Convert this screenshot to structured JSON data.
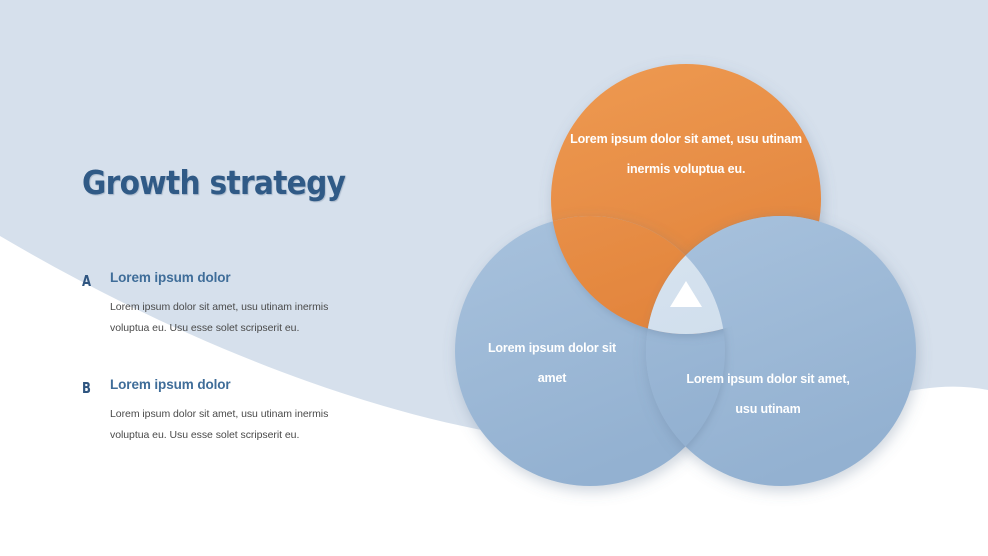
{
  "slide": {
    "title": "Growth strategy",
    "background_color": "#D6E0EC",
    "foreground_color": "#FFFFFF"
  },
  "bullets": [
    {
      "letter": "A",
      "heading": "Lorem ipsum dolor",
      "body": "Lorem ipsum dolor sit amet, usu utinam inermis voluptua eu. Usu esse solet scripserit eu."
    },
    {
      "letter": "B",
      "heading": "Lorem ipsum dolor",
      "body": "Lorem ipsum dolor sit amet, usu utinam inermis voluptua eu. Usu esse solet scripserit eu."
    }
  ],
  "diagram": {
    "type": "venn-three-circle-interlocked",
    "center_icon": "triangle-icon",
    "circles": [
      {
        "id": "top",
        "position": "top",
        "label": "Lorem ipsum dolor sit amet, usu utinam inermis voluptua eu.",
        "color": "#E8904A"
      },
      {
        "id": "left",
        "position": "bottom-left",
        "label": "Lorem ipsum dolor sit amet",
        "color": "#9DBAD8"
      },
      {
        "id": "right",
        "position": "bottom-right",
        "label": "Lorem ipsum dolor sit amet, usu utinam",
        "color": "#9DBAD8"
      }
    ]
  },
  "palette": {
    "title_blue": "#305A86",
    "heading_blue": "#3F6D99",
    "body_gray": "#4A4A4A",
    "orange": "#E8904A",
    "blue": "#9DBAD8",
    "background": "#D6E0EC"
  }
}
